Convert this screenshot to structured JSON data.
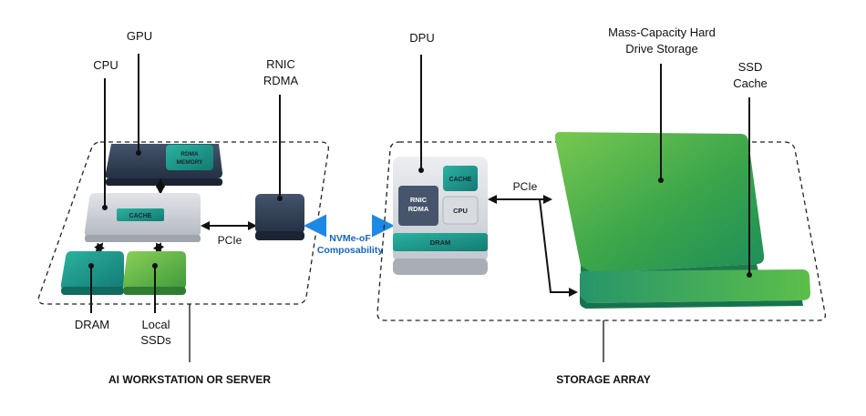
{
  "workstation": {
    "caption": "AI WORKSTATION OR SERVER",
    "gpu": {
      "label": "GPU",
      "memory": [
        "RDMA",
        "MEMORY"
      ]
    },
    "cpu": {
      "label": "CPU",
      "cache": "CACHE"
    },
    "rnic": {
      "label_line1": "RNIC",
      "label_line2": "RDMA"
    },
    "pcie": "PCIe",
    "dram": "DRAM",
    "local_ssds": {
      "line1": "Local",
      "line2": "SSDs"
    }
  },
  "link": {
    "line1": "NVMe-oF",
    "line2": "Composability"
  },
  "storage": {
    "caption": "STORAGE ARRAY",
    "dpu": {
      "label": "DPU",
      "cache": "CACHE",
      "rnic_line1": "RNIC",
      "rnic_line2": "RDMA",
      "cpu": "CPU",
      "dram": "DRAM"
    },
    "pcie": "PCIe",
    "hdd": {
      "line1": "Mass-Capacity Hard",
      "line2": "Drive Storage"
    },
    "ssd_cache": {
      "line1": "SSD",
      "line2": "Cache"
    }
  },
  "colors": {
    "dark_chip": "#2d3a4e",
    "teal": "#1b9e8e",
    "green": "#62b946",
    "gray_chip": "#c9ccd3",
    "link_blue": "#1e88e5"
  }
}
